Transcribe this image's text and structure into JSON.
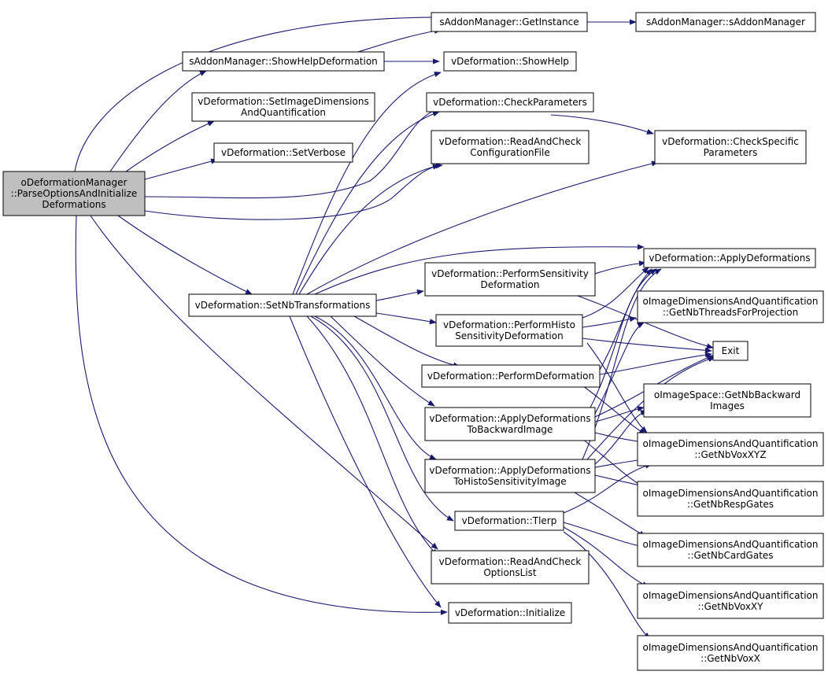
{
  "colors": {
    "edge": "#191970",
    "node_border": "#000000",
    "node_fill": "#ffffff",
    "root_fill": "#bfbfbf"
  },
  "nodes": {
    "root": [
      "oDeformationManager",
      "::ParseOptionsAndInitialize",
      "Deformations"
    ],
    "getInstance": [
      "sAddonManager::GetInstance"
    ],
    "sAddonCtor": [
      "sAddonManager::sAddonManager"
    ],
    "showHelpDef": [
      "sAddonManager::ShowHelpDeformation"
    ],
    "showHelp": [
      "vDeformation::ShowHelp"
    ],
    "setImageDims": [
      "vDeformation::SetImageDimensions",
      "AndQuantification"
    ],
    "checkParams": [
      "vDeformation::CheckParameters"
    ],
    "checkSpecific": [
      "vDeformation::CheckSpecific",
      "Parameters"
    ],
    "setVerbose": [
      "vDeformation::SetVerbose"
    ],
    "readConfig": [
      "vDeformation::ReadAndCheck",
      "ConfigurationFile"
    ],
    "applyDefs": [
      "vDeformation::ApplyDeformations"
    ],
    "perfSens": [
      "vDeformation::PerformSensitivity",
      "Deformation"
    ],
    "setNbTrans": [
      "vDeformation::SetNbTransformations"
    ],
    "getNbThreads": [
      "oImageDimensionsAndQuantification",
      "::GetNbThreadsForProjection"
    ],
    "perfHisto": [
      "vDeformation::PerformHisto",
      "SensitivityDeformation"
    ],
    "exit": [
      "Exit"
    ],
    "perfDef": [
      "vDeformation::PerformDeformation"
    ],
    "getNbBackward": [
      "oImageSpace::GetNbBackward",
      "Images"
    ],
    "applyBackward": [
      "vDeformation::ApplyDeformations",
      "ToBackwardImage"
    ],
    "getNbVoxXYZ": [
      "oImageDimensionsAndQuantification",
      "::GetNbVoxXYZ"
    ],
    "applyHisto": [
      "vDeformation::ApplyDeformations",
      "ToHistoSensitivityImage"
    ],
    "getNbResp": [
      "oImageDimensionsAndQuantification",
      "::GetNbRespGates"
    ],
    "tlerp": [
      "vDeformation::Tlerp"
    ],
    "readOptions": [
      "vDeformation::ReadAndCheck",
      "OptionsList"
    ],
    "getNbCard": [
      "oImageDimensionsAndQuantification",
      "::GetNbCardGates"
    ],
    "initialize": [
      "vDeformation::Initialize"
    ],
    "getNbVoxXY": [
      "oImageDimensionsAndQuantification",
      "::GetNbVoxXY"
    ],
    "getNbVoxX": [
      "oImageDimensionsAndQuantification",
      "::GetNbVoxX"
    ]
  }
}
